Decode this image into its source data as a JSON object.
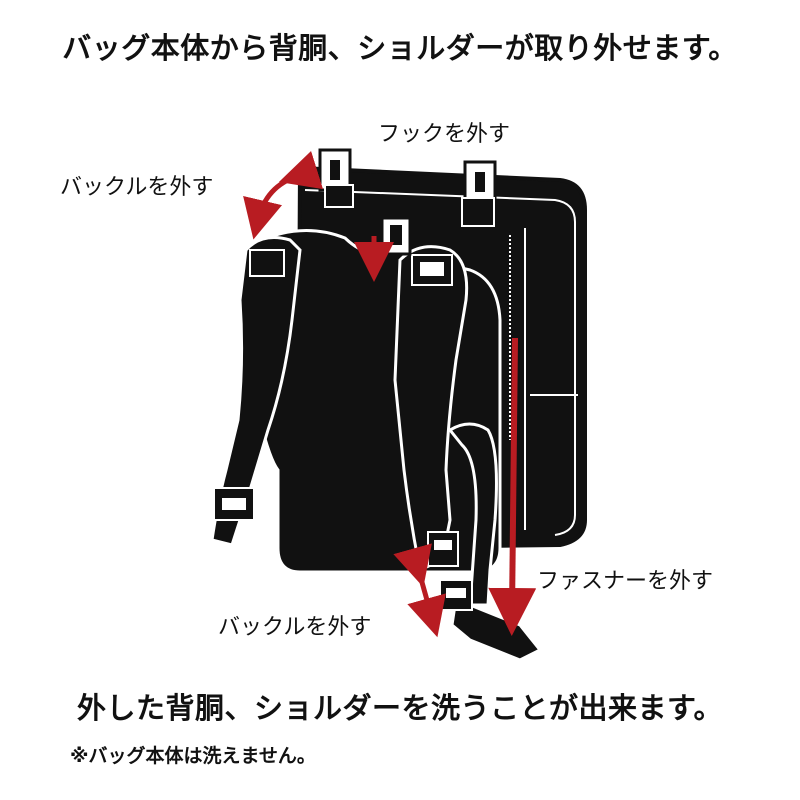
{
  "headline": "バッグ本体から背胴、ショルダーが取り外せます。",
  "labels": {
    "hook": "フックを外す",
    "buckle_top": "バックルを外す",
    "zipper": "ファスナーを外す",
    "buckle_bottom": "バックルを外す"
  },
  "footer": "外した背胴、ショルダーを洗うことが出来ます。",
  "note": "※バッグ本体は洗えません。",
  "colors": {
    "ink": "#111111",
    "accent": "#b81c22",
    "background": "#ffffff"
  }
}
